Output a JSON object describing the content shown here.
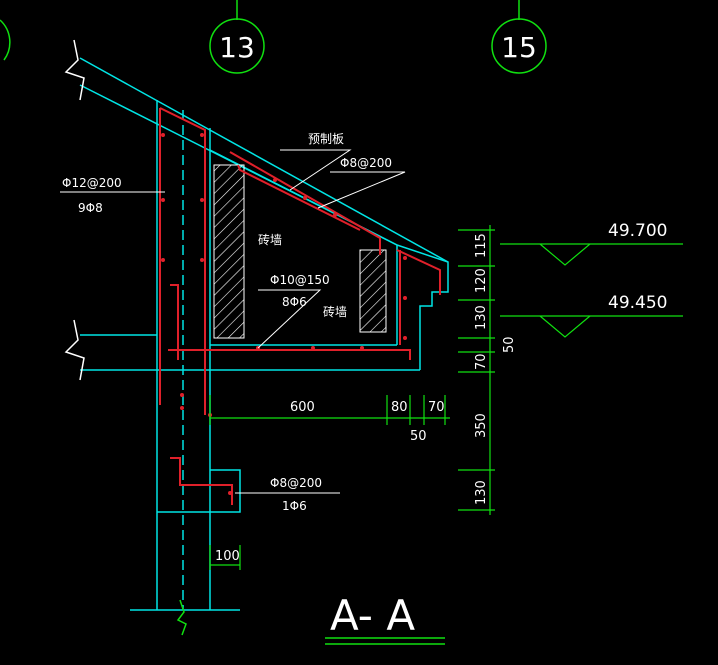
{
  "grid": {
    "axis_a": "13",
    "axis_b": "15"
  },
  "labels": {
    "precast_slab": "预制板",
    "rebar_slab": "Φ8@200",
    "rebar_col_1": "Φ12@200",
    "rebar_col_2": "9Φ8",
    "brick_wall_1": "砖墙",
    "brick_wall_2": "砖墙",
    "rebar_beam_1": "Φ10@150",
    "rebar_beam_2": "8Φ6",
    "rebar_foot_1": "Φ8@200",
    "rebar_foot_2": "1Φ6",
    "section_title": "A- A"
  },
  "elevations": {
    "top": "49.700",
    "second": "49.450"
  },
  "dimensions": {
    "d600": "600",
    "d80": "80",
    "d70h": "70",
    "d50h": "50",
    "d100": "100",
    "v115": "115",
    "v120": "120",
    "v130a": "130",
    "v50": "50",
    "v70": "70",
    "v350": "350",
    "v130b": "130"
  },
  "colors": {
    "background": "#000000",
    "outline": "#00e5e5",
    "rebar": "#e0202a",
    "dimension": "#10e010",
    "text": "#ffffff",
    "hatch": "#ffffff"
  }
}
